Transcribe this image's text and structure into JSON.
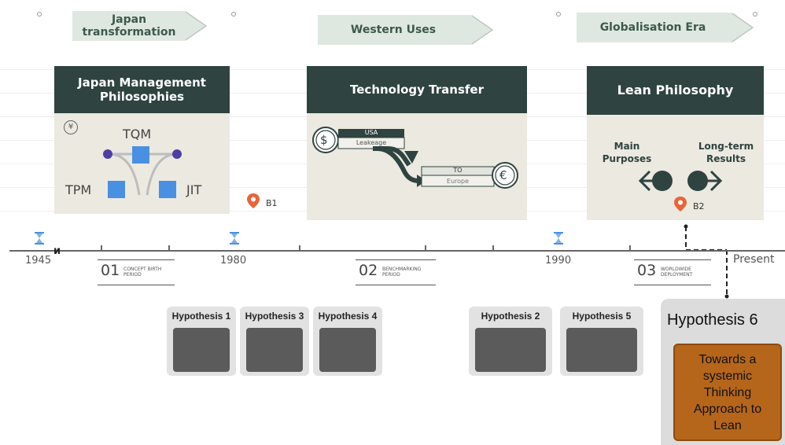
{
  "eras": [
    {
      "label": "Japan transformation"
    },
    {
      "label": "Western Uses"
    },
    {
      "label": "Globalisation Era"
    }
  ],
  "panels": {
    "japan": {
      "title": "Japan Management Philosophies",
      "yen_symbol": "¥",
      "nodes": {
        "top": "TQM",
        "left": "TPM",
        "right": "JIT"
      }
    },
    "tech": {
      "title": "Technology Transfer",
      "usa": "USA",
      "leakage": "Leakeage",
      "to": "TO",
      "europe": "Europe",
      "dollar": "$",
      "euro": "€"
    },
    "lean": {
      "title": "Lean Philosophy",
      "main_purposes": "Main Purposes",
      "long_term": "Long-term Results"
    }
  },
  "pins": {
    "b1": "B1",
    "b2": "B2"
  },
  "timeline": {
    "years": [
      "1945",
      "1980",
      "1990",
      "Present"
    ],
    "stray_char": "и"
  },
  "phases": [
    {
      "num": "01",
      "caption": "CONCEPT BIRTH PERIOD"
    },
    {
      "num": "02",
      "caption": "BENCHMARKING PERIOD"
    },
    {
      "num": "03",
      "caption": "WORLDWIDE DEPLOYMENT"
    }
  ],
  "hypotheses": [
    {
      "label": "Hypothesis 1"
    },
    {
      "label": "Hypothesis 3"
    },
    {
      "label": "Hypothesis 4"
    },
    {
      "label": "Hypothesis 2"
    },
    {
      "label": "Hypothesis 5"
    }
  ],
  "hypothesis6": {
    "label": "Hypothesis 6",
    "body": "Towards a systemic Thinking Approach to Lean"
  },
  "colors": {
    "panel_header": "#2f4340",
    "panel_bg": "#ebe9e0",
    "node_blue": "#4a90e2",
    "node_purple": "#4b3fa3",
    "hyp6_orange": "#b5661a",
    "pin_orange": "#e8643a"
  }
}
